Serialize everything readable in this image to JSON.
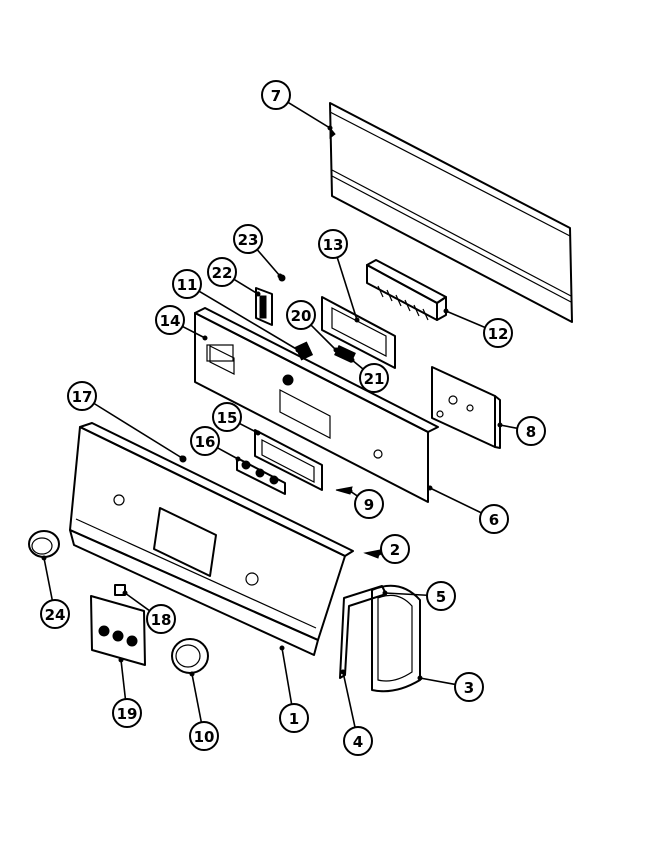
{
  "callouts": [
    {
      "label": "1",
      "part": "front-control-panel"
    },
    {
      "label": "2",
      "part": "screw"
    },
    {
      "label": "3",
      "part": "end-cap-frame"
    },
    {
      "label": "4",
      "part": "end-cap-trim"
    },
    {
      "label": "5",
      "part": "end-cap-insert"
    },
    {
      "label": "6",
      "part": "control-panel-bracket"
    },
    {
      "label": "7",
      "part": "rear-panel"
    },
    {
      "label": "8",
      "part": "timer"
    },
    {
      "label": "9",
      "part": "screw"
    },
    {
      "label": "10",
      "part": "timer-knob"
    },
    {
      "label": "11",
      "part": "switch"
    },
    {
      "label": "12",
      "part": "push-button-switch"
    },
    {
      "label": "13",
      "part": "switch-bracket"
    },
    {
      "label": "14",
      "part": "panel-mount-bracket"
    },
    {
      "label": "15",
      "part": "button-housing"
    },
    {
      "label": "16",
      "part": "push-buttons"
    },
    {
      "label": "17",
      "part": "panel-screw"
    },
    {
      "label": "18",
      "part": "indicator-lens"
    },
    {
      "label": "19",
      "part": "button-bezel"
    },
    {
      "label": "20",
      "part": "light-socket"
    },
    {
      "label": "21",
      "part": "lamp"
    },
    {
      "label": "22",
      "part": "switch-bracket-small"
    },
    {
      "label": "23",
      "part": "screw-small"
    },
    {
      "label": "24",
      "part": "knob"
    }
  ],
  "colors": {
    "line": "#000000",
    "background": "#ffffff"
  }
}
